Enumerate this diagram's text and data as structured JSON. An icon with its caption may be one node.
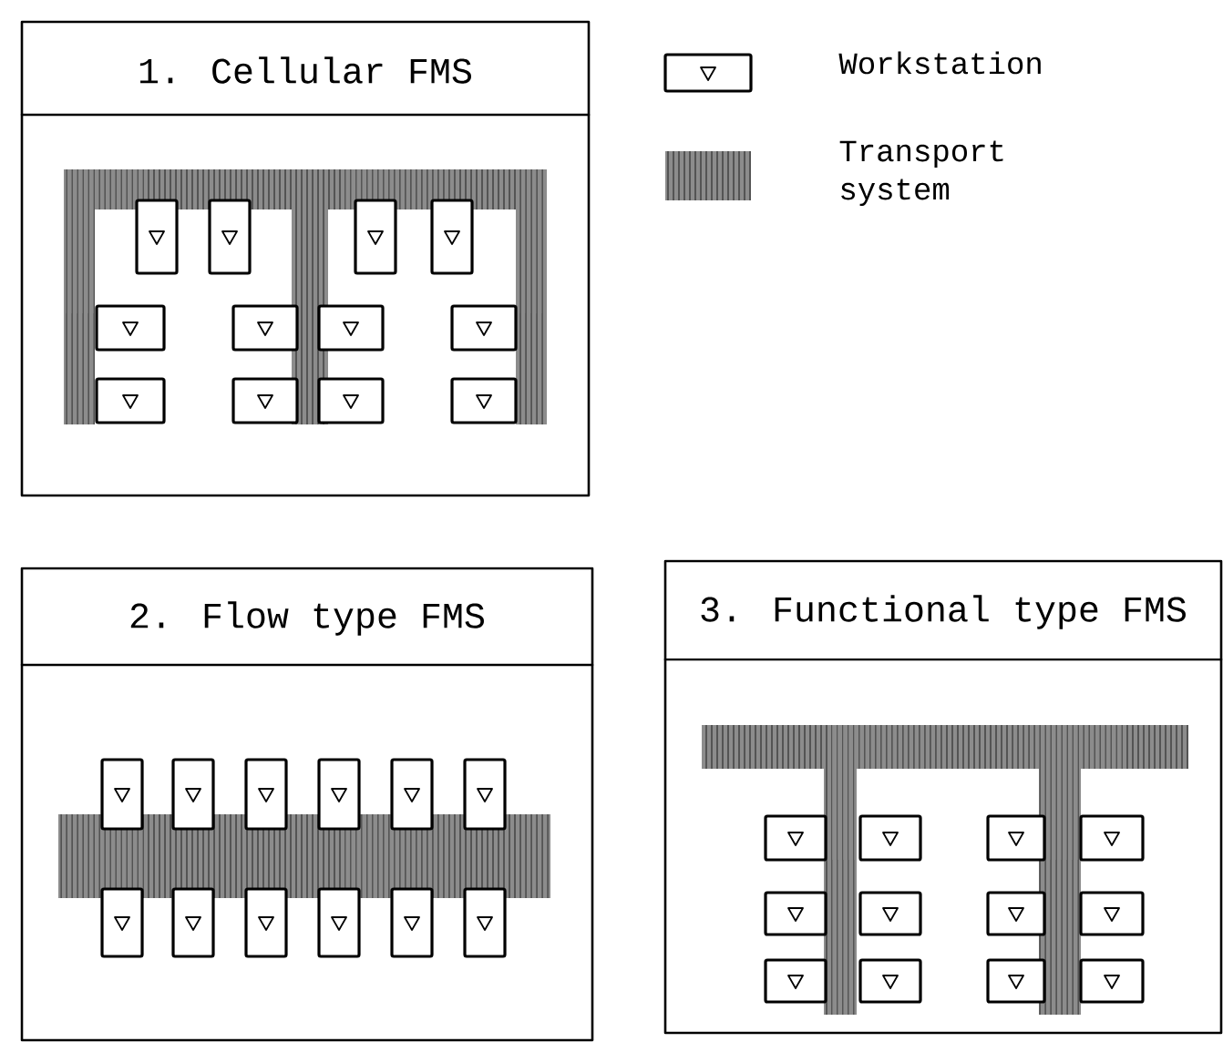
{
  "diagram": {
    "nodes": [
      {
        "text": [
          "1. Cellular FMS"
        ]
      },
      {
        "text": [
          "2. Flow type FMS"
        ]
      },
      {
        "text": [
          "3. Functional type FMS"
        ]
      }
    ],
    "legend": [
      {
        "text": "Workstation"
      },
      {
        "text": "Transport system"
      }
    ]
  }
}
